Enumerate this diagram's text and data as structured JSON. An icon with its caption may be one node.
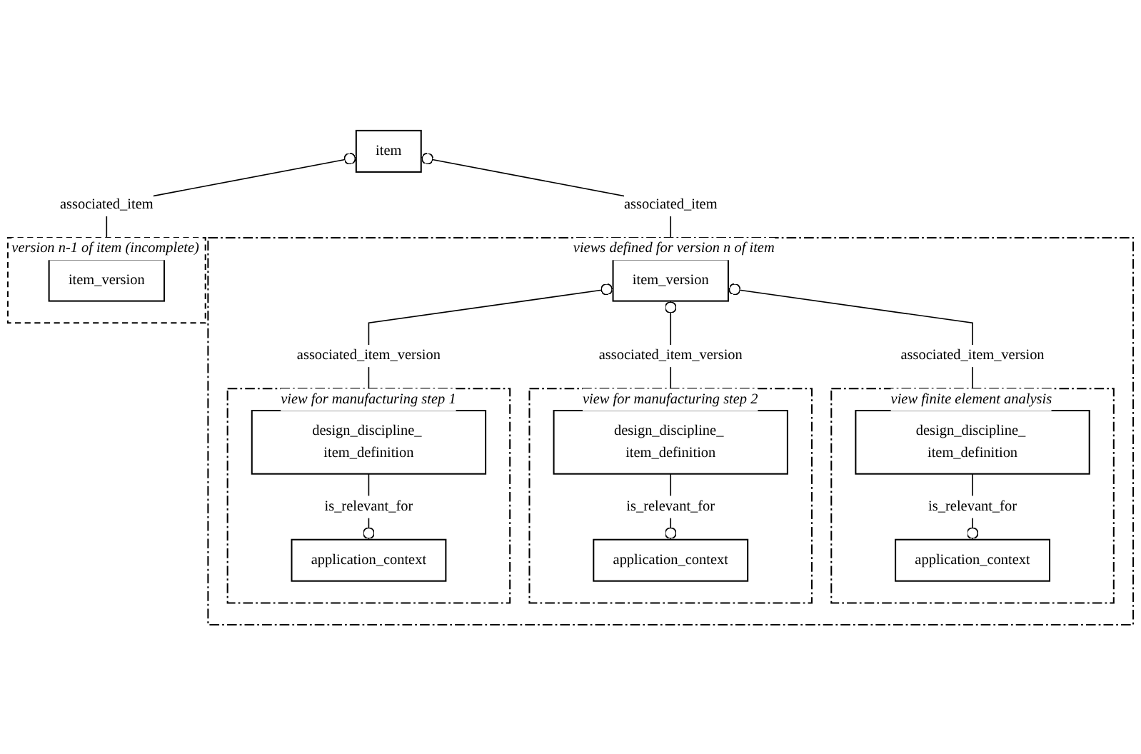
{
  "diagram": {
    "nodes": [
      {
        "text": [
          "item"
        ]
      },
      {
        "text": [
          "version n-1 of item (incomplete)"
        ]
      },
      {
        "text": [
          "item_version"
        ],
        "in": 1
      },
      {
        "text": [
          "views defined for version n of item"
        ]
      },
      {
        "text": [
          "item_version"
        ],
        "in": 3
      },
      {
        "text": [
          "view for manufacturing step 1"
        ],
        "in": 3
      },
      {
        "text": [
          "design_discipline_ item_definition"
        ],
        "in": 5
      },
      {
        "text": [
          "application_context"
        ],
        "in": 5
      },
      {
        "text": [
          "view for manufacturing step 2"
        ],
        "in": 3
      },
      {
        "text": [
          "design_discipline_ item_definition"
        ],
        "in": 8
      },
      {
        "text": [
          "application_context"
        ],
        "in": 8
      },
      {
        "text": [
          "view finite element analysis"
        ],
        "in": 3
      },
      {
        "text": [
          "design_discipline_ item_definition"
        ],
        "in": 11
      },
      {
        "text": [
          "application_context"
        ],
        "in": 11
      }
    ],
    "edges": [
      {
        "from": 2,
        "to": 0,
        "arrow": "other",
        "label": "associated_item"
      },
      {
        "from": 4,
        "to": 0,
        "arrow": "other",
        "label": "associated_item"
      },
      {
        "from": 6,
        "to": 4,
        "arrow": "other",
        "label": "associated_item_version"
      },
      {
        "from": 9,
        "to": 4,
        "arrow": "other",
        "label": "associated_item_version"
      },
      {
        "from": 12,
        "to": 4,
        "arrow": "other",
        "label": "associated_item_version"
      },
      {
        "from": 6,
        "to": 7,
        "arrow": "other",
        "label": "is_relevant_for"
      },
      {
        "from": 9,
        "to": 10,
        "arrow": "other",
        "label": "is_relevant_for"
      },
      {
        "from": 12,
        "to": 13,
        "arrow": "other",
        "label": "is_relevant_for"
      }
    ]
  }
}
